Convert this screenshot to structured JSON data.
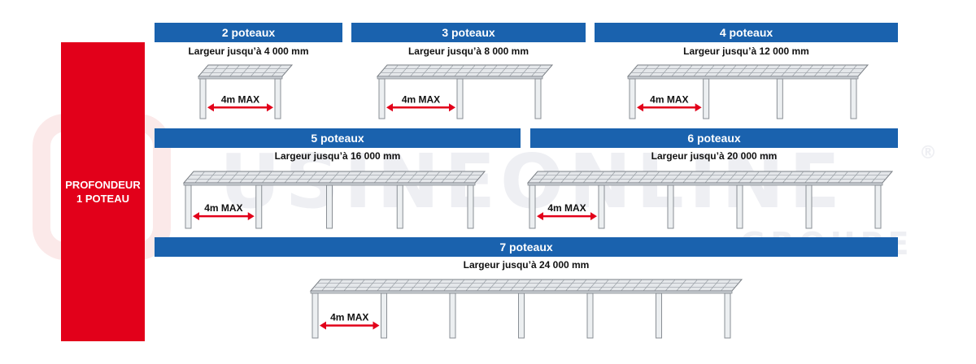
{
  "side_label": "PROFONDEUR 1 POTEAU",
  "dimension_label": "4m MAX",
  "colors": {
    "header_blue": "#1a62ae",
    "side_red": "#e2001a",
    "arrow_red": "#e2001a"
  },
  "watermark": {
    "main": "USINEONLINE",
    "sub": "GROUPE",
    "reg": "®"
  },
  "configs": [
    {
      "title": "2 poteaux",
      "width": "Largeur jusqu’à 4 000 mm",
      "posts": 2
    },
    {
      "title": "3 poteaux",
      "width": "Largeur jusqu’à 8 000 mm",
      "posts": 3
    },
    {
      "title": "4 poteaux",
      "width": "Largeur jusqu’à 12 000 mm",
      "posts": 4
    },
    {
      "title": "5 poteaux",
      "width": "Largeur jusqu’à 16 000 mm",
      "posts": 5
    },
    {
      "title": "6 poteaux",
      "width": "Largeur jusqu’à 20 000 mm",
      "posts": 6
    },
    {
      "title": "7 poteaux",
      "width": "Largeur jusqu’à 24 000 mm",
      "posts": 7
    }
  ]
}
